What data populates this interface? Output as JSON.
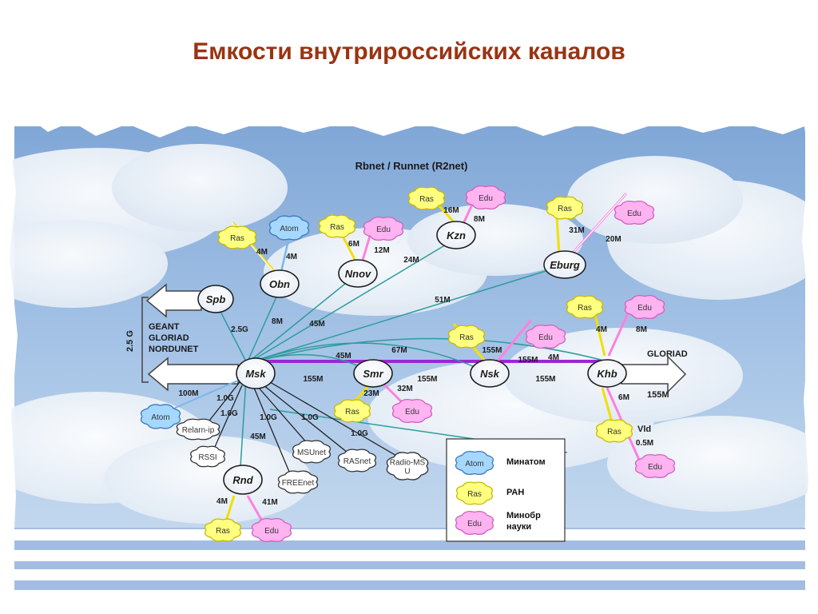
{
  "title": "Емкости внутрироссийских каналов",
  "network_title": "Rbnet / Runnet  (R2net)",
  "left_labels": {
    "geant": "GEANT",
    "gloriad": "GLORIAD",
    "nordunet": "NORDUNET",
    "vertical_cap": "2.5 G"
  },
  "right_labels": {
    "gloriad": "GLORIAD",
    "cap": "155M"
  },
  "nodes": {
    "msk": "Msk",
    "spb": "Spb",
    "obn": "Obn",
    "nnov": "Nnov",
    "kzn": "Kzn",
    "eburg": "Eburg",
    "smr": "Smr",
    "nsk": "Nsk",
    "khb": "Khb",
    "rnd": "Rnd",
    "vld": "Vld"
  },
  "clouds": {
    "ras": "Ras",
    "edu": "Edu",
    "atom": "Atom"
  },
  "msk_clouds": {
    "relarn": "Relarn-ip",
    "rssi": "RSSI",
    "msunet": "MSUnet",
    "freenet": "FREEnet",
    "rasnet": "RASnet",
    "radio_ms": "Radio-MS",
    "radio_ms_2": "U"
  },
  "capacities": {
    "c_spb": "2.5G",
    "c_obn_m": "8M",
    "c_obn_ras": "4M",
    "c_obn_atom": "4M",
    "c_nnov_ras": "6M",
    "c_nnov_edu": "12M",
    "c_nnov_m": "45M",
    "c_kzn_ras": "16M",
    "c_kzn_edu": "8M",
    "c_kzn_m": "24M",
    "c_eburg_ras": "31M",
    "c_eburg_edu": "20M",
    "c_eburg_m": "51M",
    "c_nsk_m": "67M",
    "c_smr_m": "45M",
    "c_msk_smr": "155M",
    "c_smr_nsk": "155M",
    "c_smr_ras": "23M",
    "c_smr_edu": "32M",
    "c_nsk_ras": "155M",
    "c_nsk_edu": "155M",
    "c_nsk_khb": "4M",
    "c_nsk_khb2": "155M",
    "c_khb_ras": "4M",
    "c_khb_edu": "8M",
    "c_vld": "6M",
    "c_vld_edu": "0.5M",
    "c_atom": "100M",
    "c_relarn": "1.0G",
    "c_rssi": "1.0G",
    "c_freenet": "45M",
    "c_ms1": "1.0G",
    "c_ms2": "1.0G",
    "c_rasnet": "1.0G",
    "c_rnd_ras": "4M",
    "c_rnd_edu": "41M"
  },
  "legend": {
    "atom": "Минатом",
    "ras": "РАН",
    "edu_1": "Минобр",
    "edu_2": "науки"
  },
  "colors": {
    "title": "#9a3412",
    "ras": "#ffff80",
    "edu": "#ffb3f0",
    "atom": "#a6d8ff",
    "trunk": "#9b27d3",
    "teal": "#2e9c9c"
  }
}
